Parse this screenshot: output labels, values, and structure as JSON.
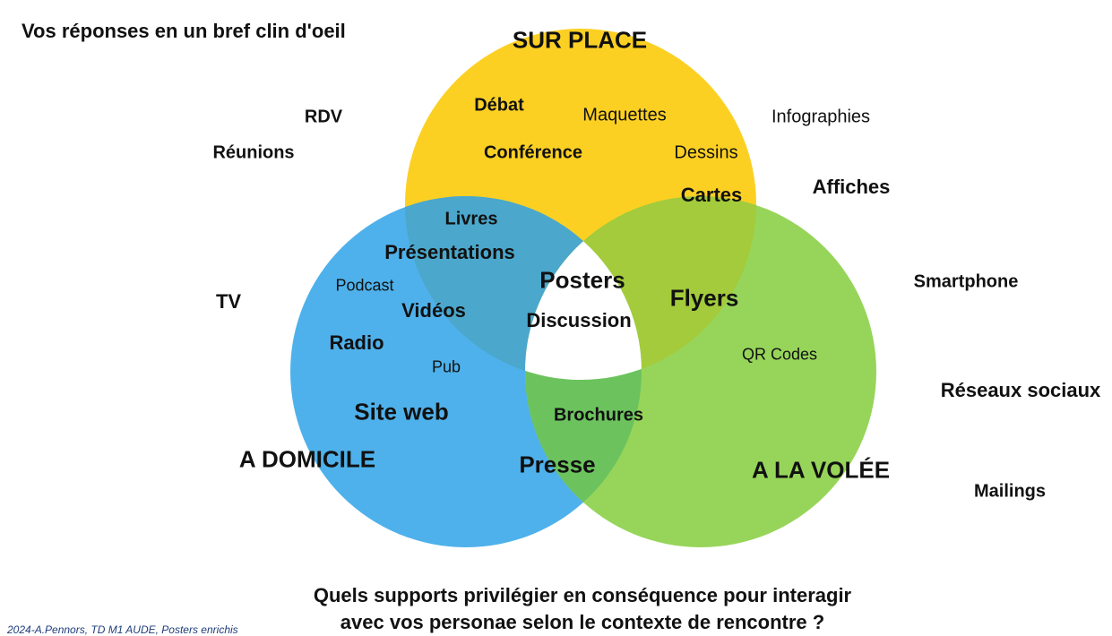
{
  "title": "Vos réponses en un bref clin d'oeil",
  "circles": {
    "top": {
      "label": "SUR PLACE",
      "color": "#FCD023"
    },
    "left": {
      "label": "A DOMICILE",
      "color": "#4EB1EB"
    },
    "right": {
      "label": "A LA VOLÉE",
      "color": "#97D55A"
    },
    "overlap_top_left": "#4BA7CB",
    "overlap_top_right": "#A3CB3B",
    "overlap_left_right": "#6CC35E"
  },
  "items": {
    "rdv": "RDV",
    "reunions": "Réunions",
    "tv": "TV",
    "infographies": "Infographies",
    "affiches": "Affiches",
    "smartphone": "Smartphone",
    "reseaux": "Réseaux sociaux",
    "mailings": "Mailings",
    "debat": "Débat",
    "maquettes": "Maquettes",
    "conference": "Conférence",
    "dessins": "Dessins",
    "cartes": "Cartes",
    "livres": "Livres",
    "presentations": "Présentations",
    "podcast": "Podcast",
    "videos": "Vidéos",
    "radio": "Radio",
    "pub": "Pub",
    "siteweb": "Site web",
    "posters": "Posters",
    "discussion": "Discussion",
    "flyers": "Flyers",
    "qrcodes": "QR Codes",
    "brochures": "Brochures",
    "presse": "Presse"
  },
  "question": {
    "line1": "Quels supports privilégier en conséquence pour interagir",
    "line2": "avec vos personae selon le contexte de rencontre ?"
  },
  "credit": "2024-A.Pennors, TD M1 AUDE, Posters enrichis"
}
